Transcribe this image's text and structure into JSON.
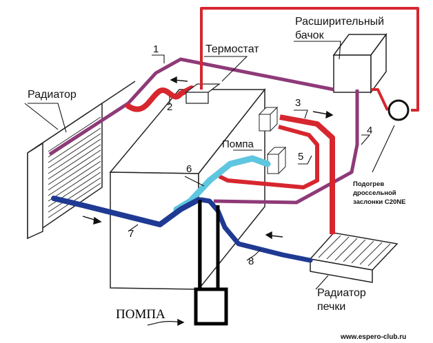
{
  "labels": {
    "radiator": "Радиатор",
    "thermostat": "Термостат",
    "expansion_tank_line1": "Расширительный",
    "expansion_tank_line2": "бачок",
    "pump": "Помпа",
    "throttle_line1": "Подогрев",
    "throttle_line2": "дроссельной",
    "throttle_line3": "заслонки C20NE",
    "heater_line1": "Радиатор",
    "heater_line2": "печки",
    "pump_big": "ПОМПА",
    "watermark": "www.espero-club.ru"
  },
  "numbers": [
    "1",
    "2",
    "3",
    "4",
    "5",
    "6",
    "7",
    "8"
  ],
  "colors": {
    "red_hose": "#d7262e",
    "purple_hose": "#8e3a78",
    "blue_hose": "#1f3a93",
    "cyan_hose": "#5fc6e0",
    "outline": "#222222"
  }
}
